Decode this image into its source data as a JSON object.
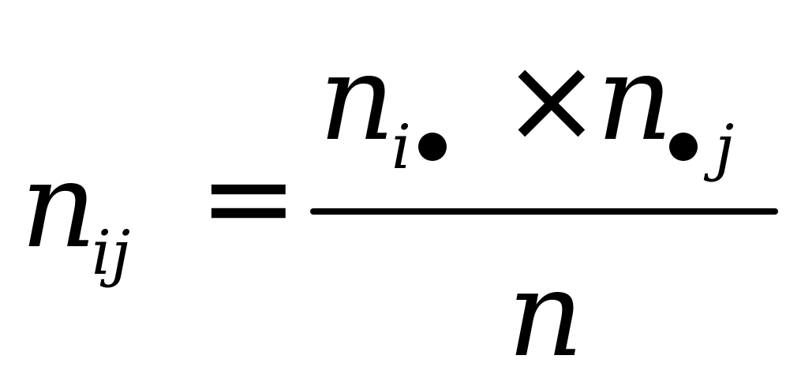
{
  "formula": {
    "lhs": {
      "base": "n",
      "subscript": "ij"
    },
    "equals": "=",
    "numerator": {
      "term1": {
        "base": "n",
        "subscript": "i"
      },
      "times": "×",
      "term2": {
        "base": "n",
        "subscript": "j"
      }
    },
    "denominator": "n"
  }
}
